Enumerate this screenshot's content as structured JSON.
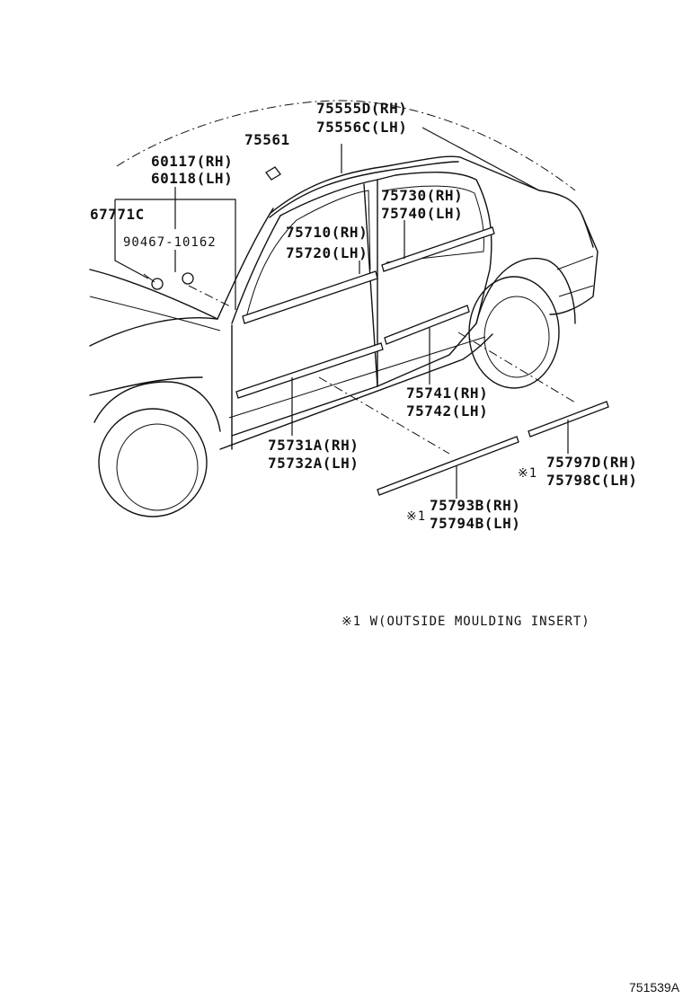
{
  "callouts": {
    "roof_moulding": [
      "75555D(RH)",
      "75556C(LH)"
    ],
    "roof_clip": "75561",
    "front_panel": [
      "60117(RH)",
      "60118(LH)"
    ],
    "protector": "67771C",
    "screw": "90467-10162",
    "rear_window_moulding": [
      "75730(RH)",
      "75740(LH)"
    ],
    "front_window_moulding": [
      "75710(RH)",
      "75720(LH)"
    ],
    "rear_door_moulding": [
      "75741(RH)",
      "75742(LH)"
    ],
    "front_door_moulding": [
      "75731A(RH)",
      "75732A(LH)"
    ],
    "rear_insert": [
      "75797D(RH)",
      "75798C(LH)"
    ],
    "front_insert": [
      "75793B(RH)",
      "75794B(LH)"
    ],
    "insert_mark": "※1"
  },
  "note": "※1 W(OUTSIDE MOULDING INSERT)",
  "figure_id": "751539A"
}
